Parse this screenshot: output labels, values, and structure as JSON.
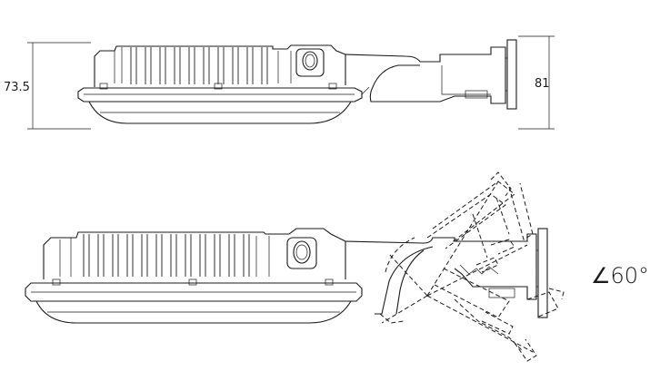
{
  "dimensions": {
    "height_left": "73.5",
    "height_right": "81"
  },
  "angle_label": "∠60°"
}
